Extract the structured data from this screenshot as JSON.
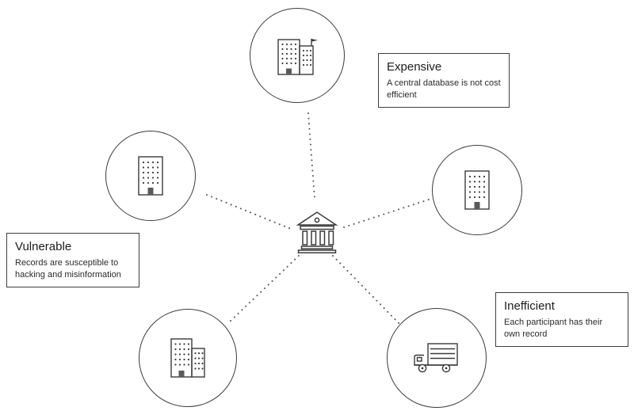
{
  "diagram": {
    "colors": {
      "outline": "#3b3b3b",
      "background": "#ffffff",
      "connector_dots": "#5a5a5a"
    },
    "center_node": {
      "icon": "bank-icon"
    },
    "nodes": [
      {
        "id": "top",
        "icon": "city-buildings-icon"
      },
      {
        "id": "left",
        "icon": "building-icon"
      },
      {
        "id": "right",
        "icon": "building-icon"
      },
      {
        "id": "bottom-left",
        "icon": "city-buildings-icon"
      },
      {
        "id": "bottom-right",
        "icon": "truck-icon"
      }
    ],
    "callouts": {
      "expensive": {
        "title": "Expensive",
        "description": "A central database is not cost efficient"
      },
      "vulnerable": {
        "title": "Vulnerable",
        "description": "Records are susceptible to hacking and misinformation"
      },
      "inefficient": {
        "title": "Inefficient",
        "description": "Each participant has their own record"
      }
    }
  }
}
